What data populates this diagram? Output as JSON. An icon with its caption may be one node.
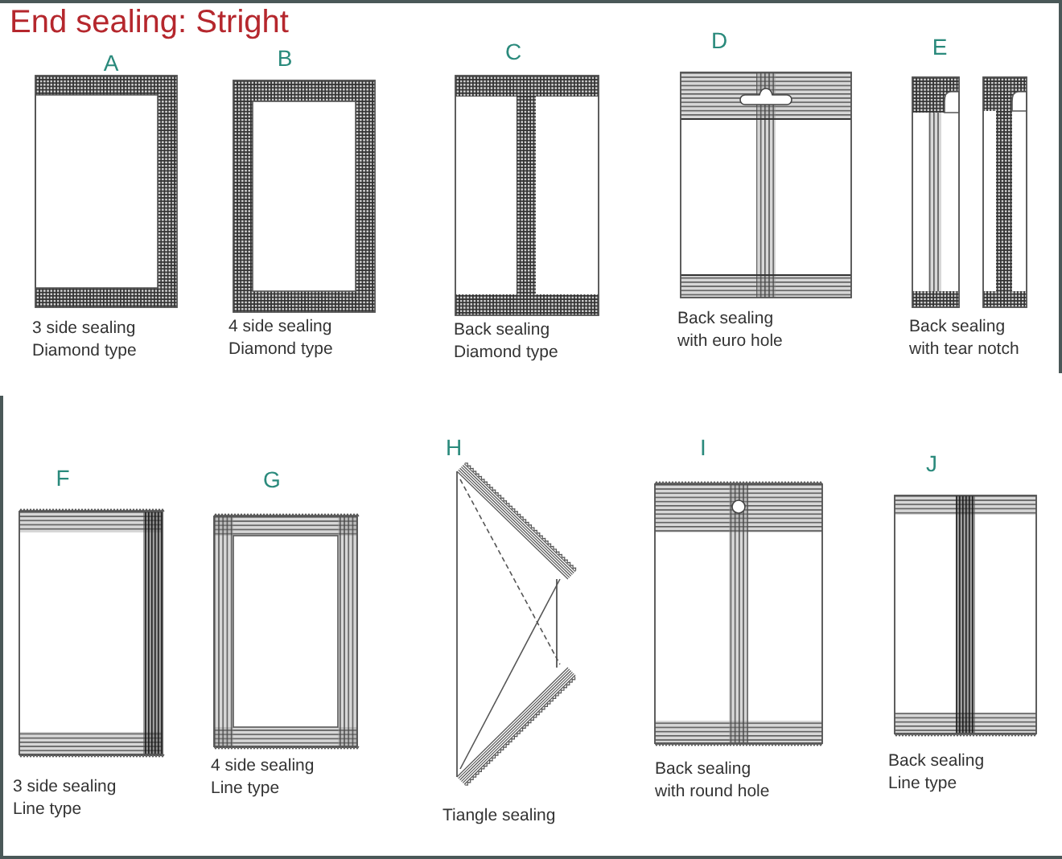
{
  "diagram": {
    "title": "End sealing: Stright",
    "nodes": [
      {
        "text": [
          "A",
          "3 side sealing Diamond type"
        ]
      },
      {
        "text": [
          "B",
          "4 side sealing Diamond type"
        ]
      },
      {
        "text": [
          "C",
          "Back sealing Diamond type"
        ]
      },
      {
        "text": [
          "D",
          "Back sealing with euro hole"
        ]
      },
      {
        "text": [
          "E",
          "Back sealing with tear notch"
        ]
      },
      {
        "text": [
          "F",
          "3 side sealing Line type"
        ]
      },
      {
        "text": [
          "G",
          "4 side sealing Line type"
        ]
      },
      {
        "text": [
          "H",
          "Tiangle sealing"
        ]
      },
      {
        "text": [
          "I",
          "Back sealing with round hole"
        ]
      },
      {
        "text": [
          "J",
          "Back sealing Line type"
        ]
      }
    ]
  }
}
